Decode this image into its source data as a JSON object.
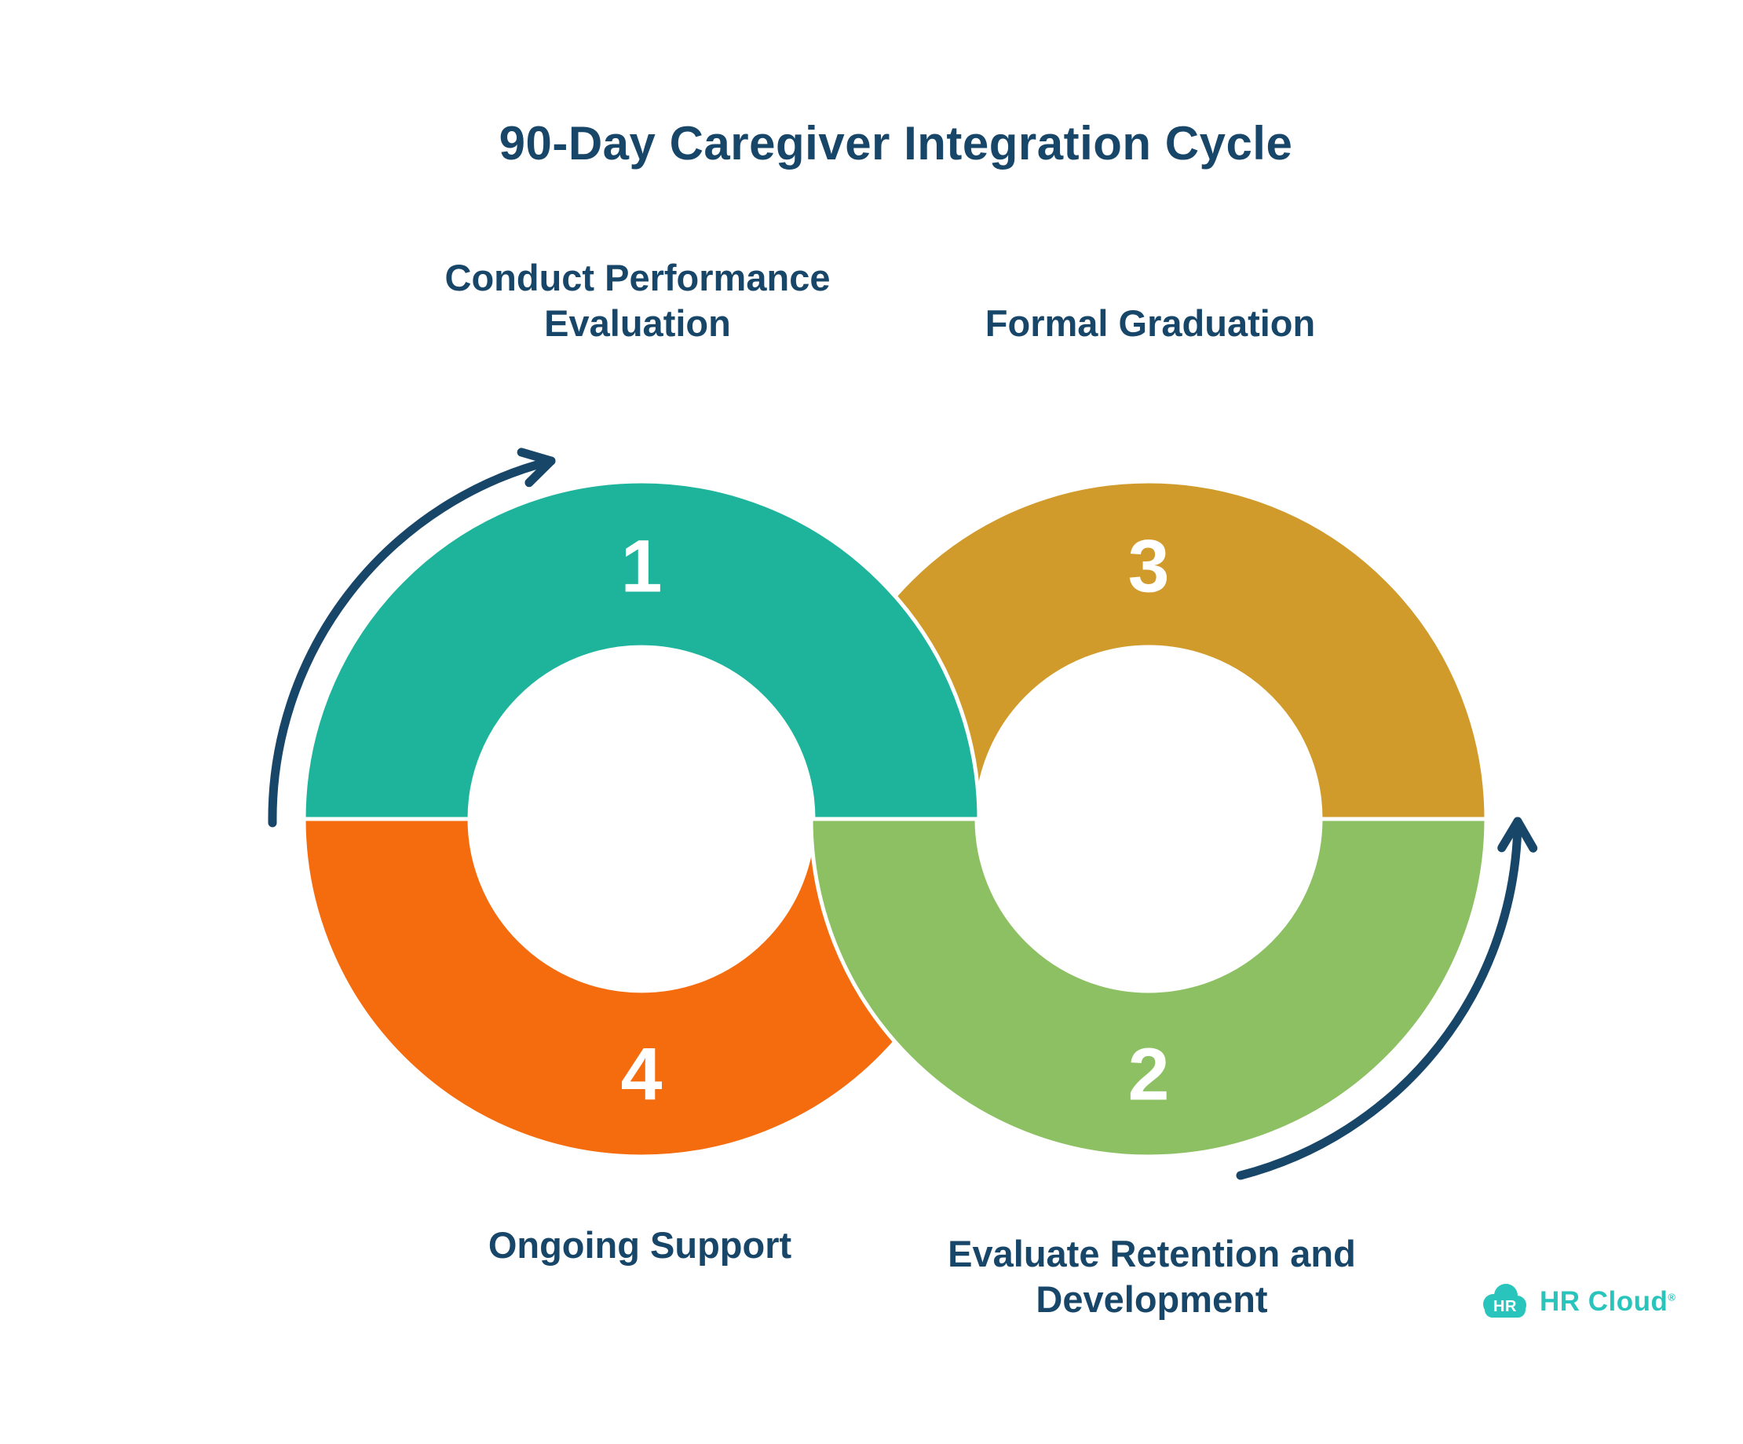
{
  "title": "90-Day Caregiver Integration Cycle",
  "steps": [
    {
      "number": "1",
      "label_lines": [
        "Conduct Performance",
        "Evaluation"
      ],
      "color": "#1EB49B"
    },
    {
      "number": "2",
      "label_lines": [
        "Evaluate Retention and",
        "Development"
      ],
      "color": "#8CC063"
    },
    {
      "number": "3",
      "label_lines": [
        "Formal Graduation",
        ""
      ],
      "color": "#D09B2B"
    },
    {
      "number": "4",
      "label_lines": [
        "Ongoing Support",
        ""
      ],
      "color": "#F56C0E"
    }
  ],
  "colors": {
    "text_navy": "#174669",
    "arrow_navy": "#174669",
    "number_white": "#FFFFFF",
    "background": "#FFFFFF",
    "logo_teal": "#29C5BC",
    "logo_white": "#FFFFFF"
  },
  "logo": {
    "badge_text": "HR",
    "wordmark": "HR Cloud",
    "registered_mark": "®"
  }
}
